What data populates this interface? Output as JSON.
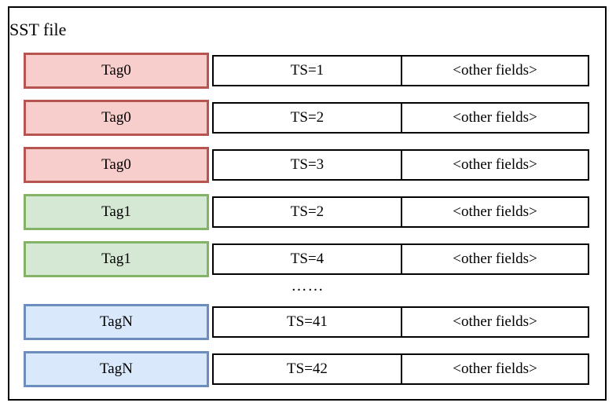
{
  "diagram": {
    "title": "SST file",
    "ellipsis": "……",
    "colors": {
      "red_fill": "#f8cecc",
      "red_stroke": "#b85450",
      "green_fill": "#d5e8d4",
      "green_stroke": "#82b366",
      "blue_fill": "#dae8fc",
      "blue_stroke": "#6c8ebf",
      "cell_stroke": "#000000",
      "frame_stroke": "#000000"
    },
    "rows": [
      {
        "tag": "Tag0",
        "ts": "TS=1",
        "other": "<other fields>",
        "color": "red"
      },
      {
        "tag": "Tag0",
        "ts": "TS=2",
        "other": "<other fields>",
        "color": "red"
      },
      {
        "tag": "Tag0",
        "ts": "TS=3",
        "other": "<other fields>",
        "color": "red"
      },
      {
        "tag": "Tag1",
        "ts": "TS=2",
        "other": "<other fields>",
        "color": "green"
      },
      {
        "tag": "Tag1",
        "ts": "TS=4",
        "other": "<other fields>",
        "color": "green"
      },
      {
        "tag": "TagN",
        "ts": "TS=41",
        "other": "<other fields>",
        "color": "blue"
      },
      {
        "tag": "TagN",
        "ts": "TS=42",
        "other": "<other fields>",
        "color": "blue"
      }
    ]
  }
}
